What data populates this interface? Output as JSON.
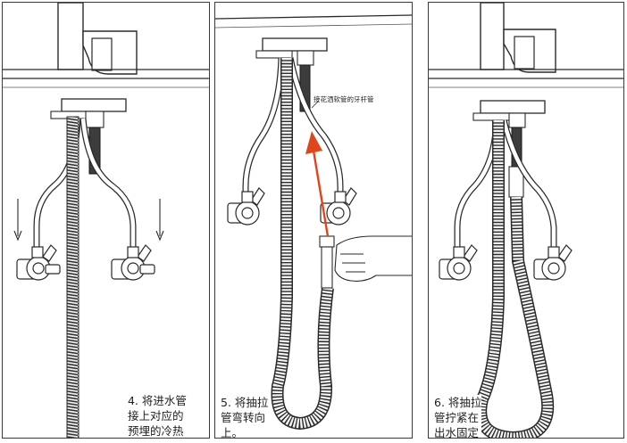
{
  "panels": [
    {
      "step_lines": [
        "4. 将进水管",
        "接上对应的",
        "预埋的冷热"
      ]
    },
    {
      "step_lines": [
        "5. 将抽拉",
        "管弯转向",
        "上。"
      ],
      "callout": "接花洒软管的牙杆管"
    },
    {
      "step_lines": [
        "6. 将抽拉",
        "管拧紧在",
        "出水固定"
      ]
    }
  ],
  "colors": {
    "line": "#2a2a2a",
    "arrow": "#e0461c",
    "hose_dark": "#3c3c3c"
  }
}
